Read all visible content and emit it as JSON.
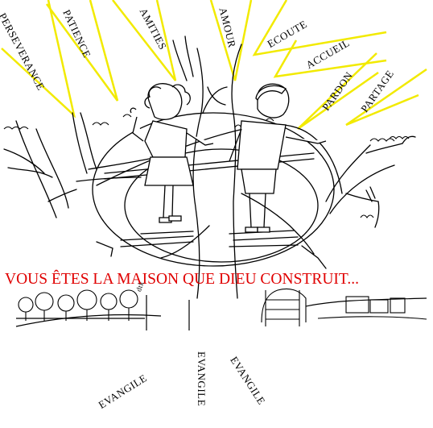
{
  "virtues": {
    "perseverance": "PERSEVERANCE",
    "patience": "PATIENCE",
    "amities": "AMITIES",
    "amour": "AMOUR",
    "ecoute": "ECOUTE",
    "accueil": "ACCUEIL",
    "pardon": "PARDON",
    "partage": "PARTAGE"
  },
  "caption": "VOUS ÊTES LA MAISON QUE DIEU CONSTRUIT...",
  "roots": {
    "left": "EVANGILE",
    "center": "EVANGILE",
    "right": "EVANGILE"
  },
  "signature": "dtk",
  "colors": {
    "rays": "#f2ea00",
    "caption": "#e00000",
    "lines": "#000000"
  },
  "icons": [
    "tree-illustration",
    "children-illustration",
    "house-scaffold-illustration"
  ]
}
